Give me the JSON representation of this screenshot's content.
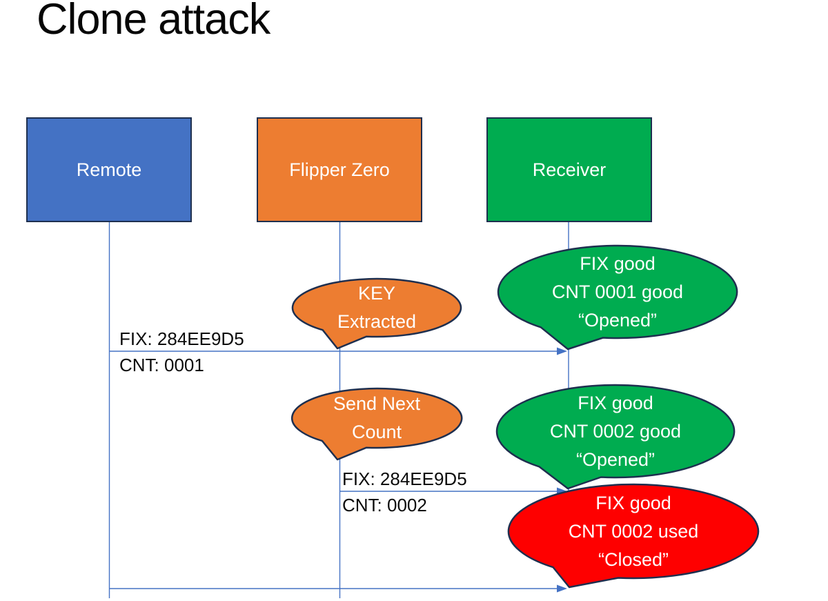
{
  "title": "Clone attack",
  "actors": [
    {
      "name": "Remote",
      "color": "#4472C4"
    },
    {
      "name": "Flipper Zero",
      "color": "#ED7D31"
    },
    {
      "name": "Receiver",
      "color": "#00AC50"
    }
  ],
  "messages": [
    {
      "from": "Remote",
      "to": "Receiver",
      "label_top": "FIX: 284EE9D5",
      "label_bottom": "CNT: 0001"
    },
    {
      "from": "Flipper Zero",
      "to": "Receiver",
      "label_top": "FIX: 284EE9D5",
      "label_bottom": "CNT: 0002"
    },
    {
      "from": "Remote",
      "to": "Receiver",
      "label_top": "",
      "label_bottom": ""
    }
  ],
  "callouts": [
    {
      "id": "key-extracted",
      "color": "#ED7D31",
      "lines": [
        "KEY",
        "Extracted"
      ]
    },
    {
      "id": "opened-cnt-0001",
      "color": "#00AC50",
      "lines": [
        "FIX good",
        "CNT 0001 good",
        "“Opened”"
      ]
    },
    {
      "id": "send-next-count",
      "color": "#ED7D31",
      "lines": [
        "Send Next",
        "Count"
      ]
    },
    {
      "id": "opened-cnt-0002",
      "color": "#00AC50",
      "lines": [
        "FIX good",
        "CNT 0002 good",
        "“Opened”"
      ]
    },
    {
      "id": "closed-cnt-0002-used",
      "color": "#FE0000",
      "lines": [
        "FIX good",
        "CNT 0002 used",
        "“Closed”"
      ]
    }
  ],
  "colors": {
    "actor_blue": "#4472C4",
    "accent_orange": "#ED7D31",
    "accent_green": "#00AC50",
    "alert_red": "#FE0000",
    "shape_border": "#1E2F4F",
    "connector": "#4472C4",
    "text_light": "#FFFFFF",
    "text_dark": "#0B0B0B"
  }
}
